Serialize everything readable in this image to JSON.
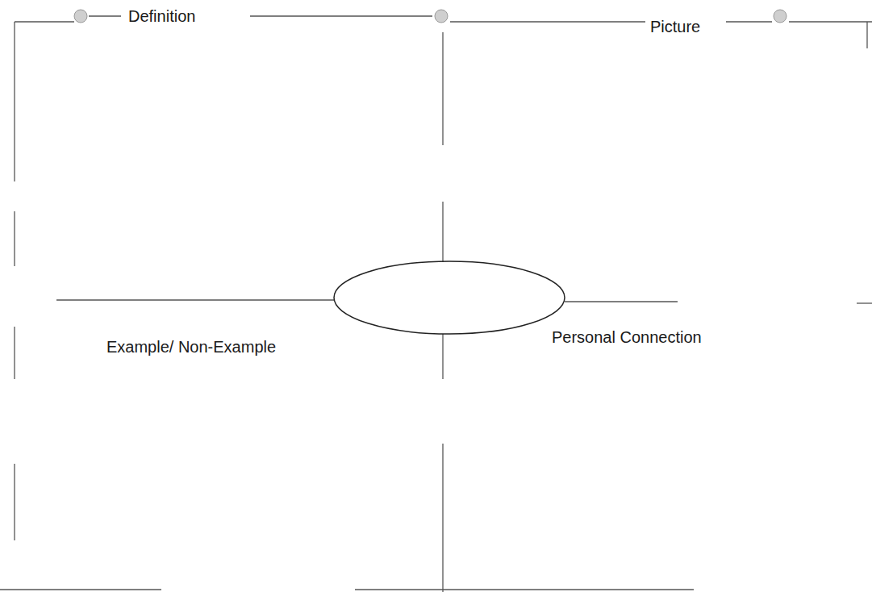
{
  "diagram": {
    "labels": [
      "Definition",
      "Picture",
      "Example/ Non-Example",
      "Personal Connection"
    ]
  }
}
